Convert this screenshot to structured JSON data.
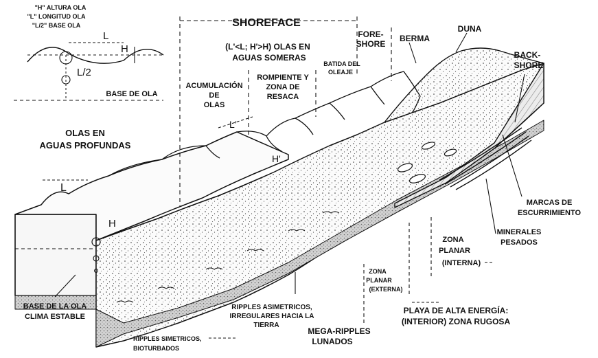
{
  "legend": {
    "h_wave_height": "\"H\" ALTURA OLA",
    "l_wave_length": "\"L\" LONGITUD OLA",
    "l2_wave_base": "\"L/2\" BASE OLA"
  },
  "symbols": {
    "L": "L",
    "H": "H",
    "L_half": "L/2",
    "L_prime": "L'",
    "H_prime": "H'"
  },
  "labels": {
    "base_de_ola": "BASE DE OLA",
    "shoreface": "SHOREFACE",
    "shallow_waves_1": "(L'<L; H'>H) OLAS EN",
    "shallow_waves_2": "AGUAS SOMERAS",
    "foreshore_1": "FORE-",
    "foreshore_2": "SHORE",
    "berma": "BERMA",
    "duna": "DUNA",
    "backshore_1": "BACK-",
    "backshore_2": "SHORE",
    "batida_1": "BATIDA DEL",
    "batida_2": "OLEAJE",
    "rompiente_1": "ROMPIENTE Y",
    "rompiente_2": "ZONA DE",
    "rompiente_3": "RESACA",
    "acumulacion_1": "ACUMULACIÓN",
    "acumulacion_2": "DE",
    "acumulacion_3": "OLAS",
    "profundas_1": "OLAS EN",
    "profundas_2": "AGUAS PROFUNDAS",
    "marcas_1": "MARCAS DE",
    "marcas_2": "ESCURRIMIENTO",
    "minerales_1": "MINERALES",
    "minerales_2": "PESADOS",
    "zona_planar_int_1": "ZONA",
    "zona_planar_int_2": "PLANAR",
    "zona_planar_int_3": "(INTERNA)",
    "zona_planar_ext_1": "ZONA",
    "zona_planar_ext_2": "PLANAR",
    "zona_planar_ext_3": "(EXTERNA)",
    "playa_1": "PLAYA DE ALTA ENERGÍA:",
    "playa_2": "(INTERIOR) ZONA RUGOSA",
    "base_estable_1": "BASE DE LA OLA",
    "base_estable_2": "CLIMA ESTABLE",
    "ripples_asim_1": "RIPPLES ASIMETRICOS,",
    "ripples_asim_2": "IRREGULARES HACIA LA",
    "ripples_asim_3": "TIERRA",
    "mega_1": "MEGA-RIPPLES",
    "mega_2": "LUNADOS",
    "ripples_sim_1": "RIPPLES SIMETRICOS,",
    "ripples_sim_2": "BIOTURBADOS"
  }
}
